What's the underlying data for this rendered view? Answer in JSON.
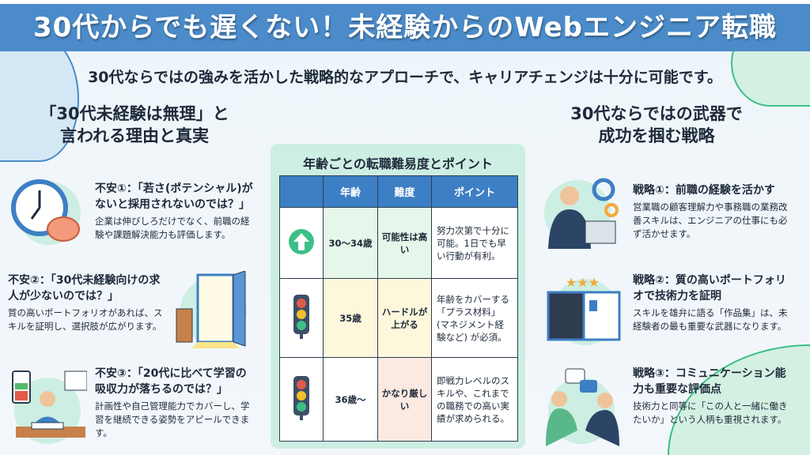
{
  "title": "30代からでも遅くない！未経験からのWebエンジニア転職",
  "subtitle": "30代ならではの強みを活かした戦略的なアプローチで、キャリアチェンジは十分に可能です。",
  "left": {
    "heading_line1": "「30代未経験は無理」と",
    "heading_line2": "言われる理由と真実",
    "items": [
      {
        "title": "不安①：「若さ(ポテンシャル)がないと採用されないのでは？」",
        "body": "企業は伸びしろだけでなく、前職の経験や課題解決能力も評価します。",
        "icon": "clock-brain-icon"
      },
      {
        "title": "不安②：「30代未経験向けの求人が少ないのでは？」",
        "body": "質の高いポートフォリオがあれば、スキルを証明し、選択肢が広がります。",
        "icon": "open-door-icon"
      },
      {
        "title": "不安③：「20代に比べて学習の吸収力が落ちるのでは？」",
        "body": "計画性や自己管理能力でカバーし、学習を継続できる姿勢をアピールできます。",
        "icon": "studying-person-icon"
      }
    ]
  },
  "table": {
    "title": "年齢ごとの転職難易度とポイント",
    "headers": [
      "",
      "年齢",
      "難度",
      "ポイント"
    ],
    "rows": [
      {
        "icon": "green-up-arrow-icon",
        "age": "30〜34歳",
        "difficulty": "可能性は高い",
        "point": "努力次第で十分に可能。1日でも早い行動が有利。"
      },
      {
        "icon": "traffic-light-icon",
        "age": "35歳",
        "difficulty": "ハードルが上がる",
        "point": "年齢をカバーする「プラス材料」(マネジメント経験など) が必須。"
      },
      {
        "icon": "traffic-light-icon",
        "age": "36歳〜",
        "difficulty": "かなり厳しい",
        "point": "即戦力レベルのスキルや、これまでの職務での高い実績が求められる。"
      }
    ]
  },
  "right": {
    "heading_line1": "30代ならではの武器で",
    "heading_line2": "成功を掴む戦略",
    "items": [
      {
        "title": "戦略①：前職の経験を活かす",
        "body": "営業職の顧客理解力や事務職の業務改善スキルは、エンジニアの仕事にも必ず活かせます。",
        "icon": "businessman-laptop-icon"
      },
      {
        "title": "戦略②：質の高いポートフォリオで技術力を証明",
        "body": "スキルを雄弁に語る「作品集」は、未経験者の最も重要な武器になります。",
        "icon": "portfolio-book-icon"
      },
      {
        "title": "戦略③：コミュニケーション能力も重要な評価点",
        "body": "技術力と同等に「この人と一緒に働きたいか」という人柄も重視されます。",
        "icon": "handshake-icon"
      }
    ]
  },
  "colors": {
    "banner": "#4b8bc9",
    "mint": "#cdeee2",
    "green": "#3cbf86",
    "row1": "#e6f6ea",
    "row2": "#fdf7dc",
    "row3": "#fbe9e2"
  }
}
